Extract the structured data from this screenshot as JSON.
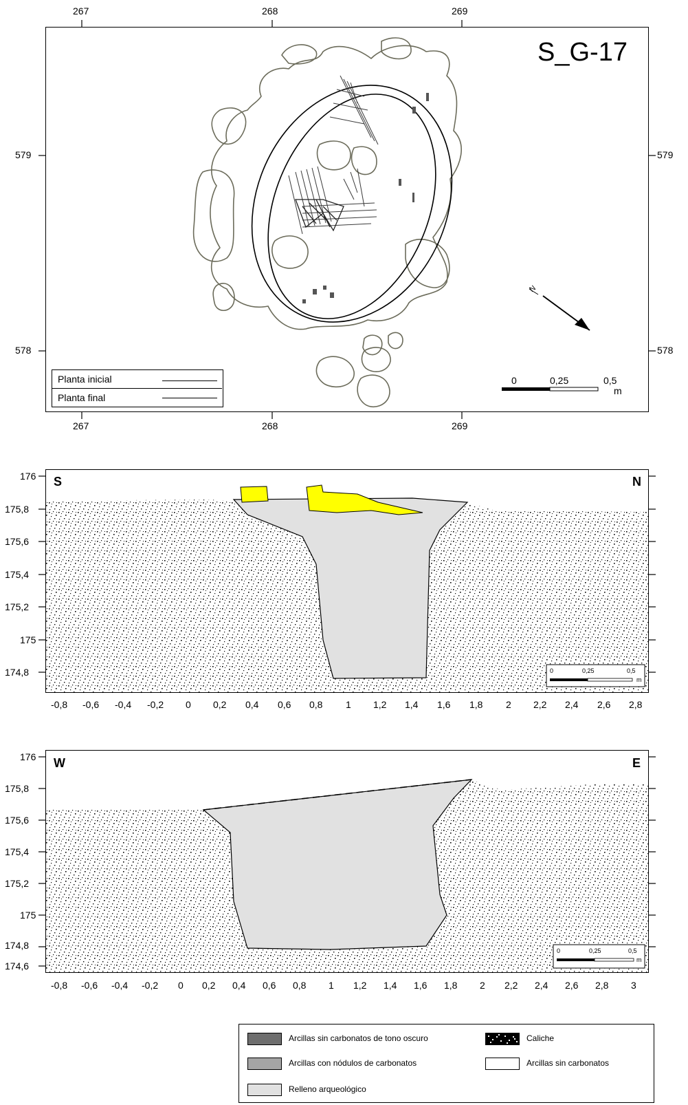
{
  "plan": {
    "title": "S_G-17",
    "x_ticks": [
      "267",
      "268",
      "269"
    ],
    "y_ticks": [
      "579",
      "578"
    ],
    "legend": [
      "Planta inicial",
      "Planta final"
    ],
    "scale": [
      "0",
      "0,25",
      "0,5",
      "m"
    ],
    "north": "N"
  },
  "section1": {
    "left": "S",
    "right": "N",
    "y_ticks": [
      "176",
      "175,8",
      "175,6",
      "175,4",
      "175,2",
      "175",
      "174,8"
    ],
    "x_ticks": [
      "-0,8",
      "-0,6",
      "-0,4",
      "-0,2",
      "0",
      "0,2",
      "0,4",
      "0,6",
      "0,8",
      "1",
      "1,2",
      "1,4",
      "1,6",
      "1,8",
      "2",
      "2,2",
      "2,4",
      "2,6",
      "2,8"
    ],
    "scale": [
      "0",
      "0,25",
      "0,5",
      "m"
    ]
  },
  "section2": {
    "left": "W",
    "right": "E",
    "y_ticks": [
      "176",
      "175,8",
      "175,6",
      "175,4",
      "175,2",
      "175",
      "174,8",
      "174,6"
    ],
    "x_ticks": [
      "-0,8",
      "-0,6",
      "-0,4",
      "-0,2",
      "0",
      "0,2",
      "0,4",
      "0,6",
      "0,8",
      "1",
      "1,2",
      "1,4",
      "1,6",
      "1,8",
      "2",
      "2,2",
      "2,4",
      "2,6",
      "2,8",
      "3"
    ],
    "scale": [
      "0",
      "0,25",
      "0,5",
      "m"
    ]
  },
  "key": {
    "items": [
      {
        "label": "Arcillas sin carbonatos de tono oscuro",
        "color": "#6e6e6e"
      },
      {
        "label": "Caliche",
        "color": "#000000"
      },
      {
        "label": "Arcillas con nódulos de carbonatos",
        "color": "#a5a5a5"
      },
      {
        "label": "Arcillas sin carbonatos",
        "color": "#ffffff"
      },
      {
        "label": "Relleno arqueológico",
        "color": "#e1e1e1"
      }
    ]
  }
}
